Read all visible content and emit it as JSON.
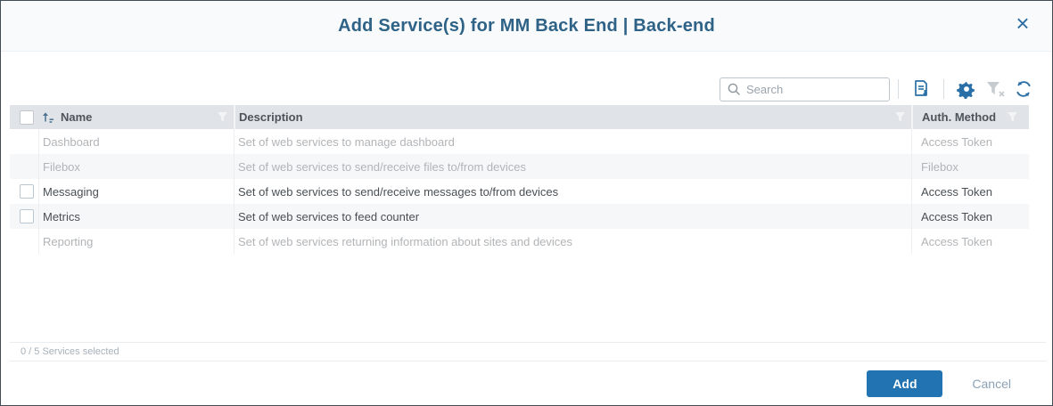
{
  "dialog": {
    "title": "Add Service(s) for MM Back End | Back-end",
    "close_glyph": "×"
  },
  "toolbar": {
    "search_placeholder": "Search",
    "icons": [
      "search-icon",
      "export-icon",
      "gear-icon",
      "filter-clear-icon",
      "refresh-icon"
    ]
  },
  "table": {
    "select_all_checked": false,
    "columns": [
      {
        "label": "Name",
        "sorted": "ascending",
        "filterable": true
      },
      {
        "label": "Description",
        "filterable": true
      },
      {
        "label": "Auth. Method",
        "filterable": true
      }
    ],
    "rows": [
      {
        "name": "Dashboard",
        "description": "Set of web services to manage dashboard",
        "auth": "Access Token",
        "selectable": false,
        "checked": false
      },
      {
        "name": "Filebox",
        "description": "Set of web services to send/receive files to/from devices",
        "auth": "Filebox",
        "selectable": false,
        "checked": false
      },
      {
        "name": "Messaging",
        "description": "Set of web services to send/receive messages to/from devices",
        "auth": "Access Token",
        "selectable": true,
        "checked": false
      },
      {
        "name": "Metrics",
        "description": "Set of web services to feed counter",
        "auth": "Access Token",
        "selectable": true,
        "checked": false
      },
      {
        "name": "Reporting",
        "description": "Set of web services returning information about sites and devices",
        "auth": "Access Token",
        "selectable": false,
        "checked": false
      }
    ],
    "footer_status": "0 / 5 Services selected"
  },
  "actions": {
    "add_label": "Add",
    "cancel_label": "Cancel"
  },
  "colors": {
    "accent_blue": "#2a6fa6",
    "title_blue": "#2e6286",
    "add_button_blue": "#2273b1",
    "header_gray": "#e0e3e7",
    "disabled_text": "#b1b4b7"
  }
}
